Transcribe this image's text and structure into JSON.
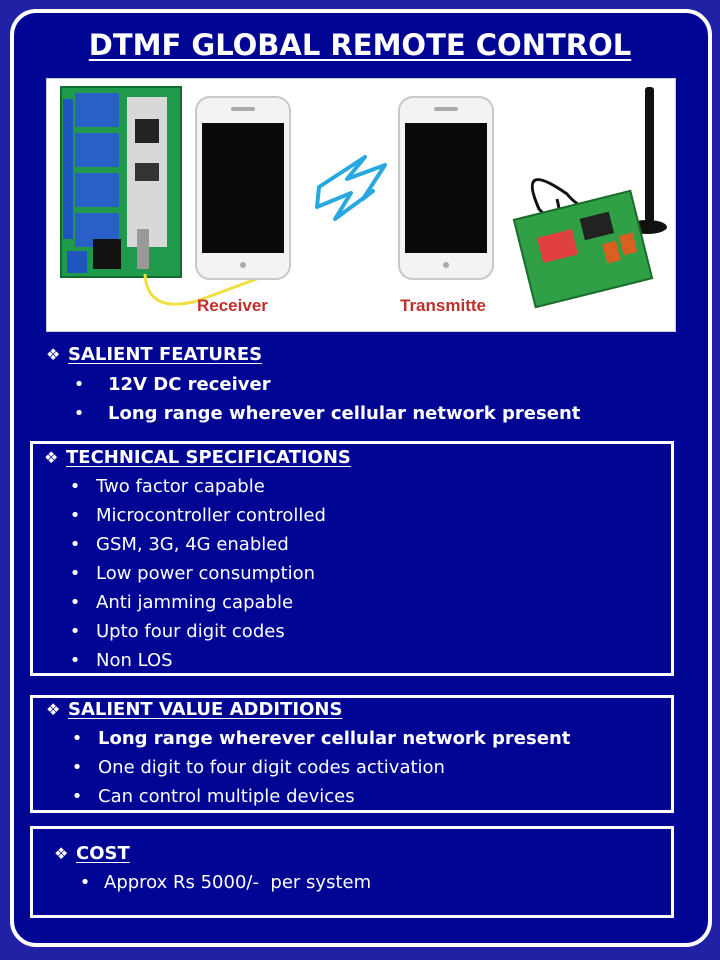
{
  "title": "DTMF GLOBAL REMOTE CONTROL",
  "image": {
    "receiver_label": "Receiver",
    "transmitter_label": "Transmitte"
  },
  "salient_features": {
    "heading": "SALIENT FEATURES",
    "items": [
      "12V DC receiver",
      "Long range wherever cellular network present"
    ]
  },
  "technical_specifications": {
    "heading": "TECHNICAL SPECIFICATIONS",
    "items": [
      "Two factor capable",
      "Microcontroller controlled",
      "GSM, 3G, 4G enabled",
      "Low power consumption",
      "Anti jamming capable",
      "Upto four digit codes",
      "Non LOS"
    ]
  },
  "salient_value_additions": {
    "heading": "SALIENT VALUE ADDITIONS",
    "items": [
      "Long range wherever cellular network present",
      "One digit to four digit codes activation",
      "Can control multiple devices"
    ]
  },
  "cost": {
    "heading": "COST",
    "items": [
      "Approx Rs 5000/-  per system"
    ]
  },
  "symbols": {
    "diamond": "❖",
    "bullet": "•"
  },
  "colors": {
    "background": "#000594",
    "border": "#ffffff",
    "label_red": "#c0302a",
    "bolt_blue": "#29a8e0"
  }
}
